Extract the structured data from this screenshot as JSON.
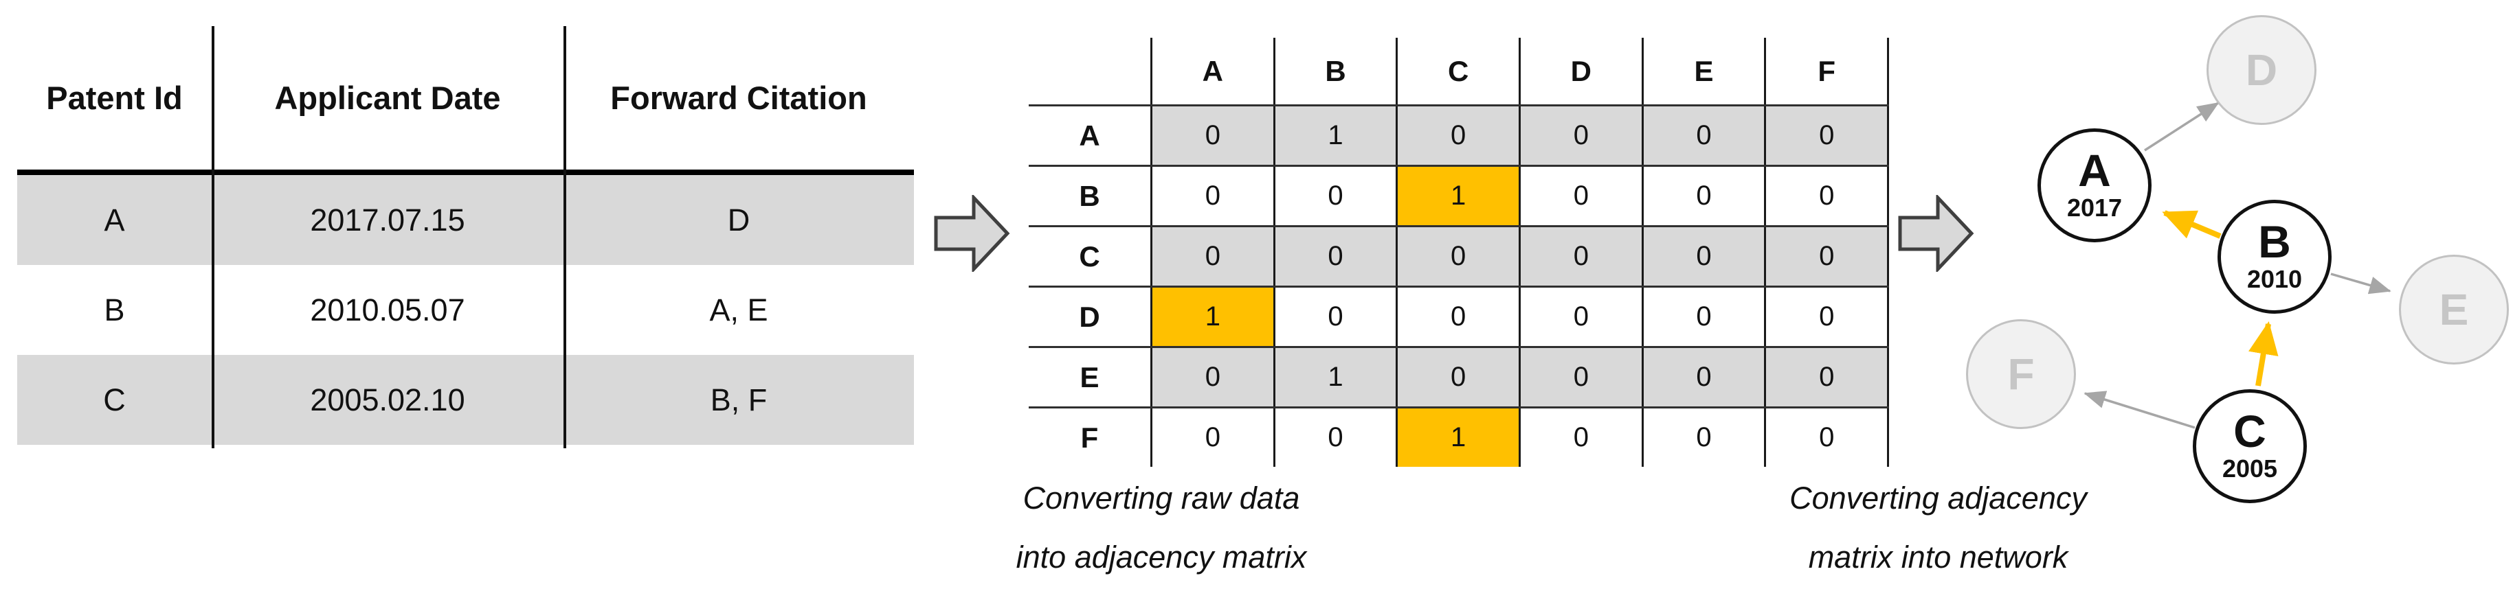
{
  "raw_table": {
    "headers": [
      "Patent Id",
      "Applicant Date",
      "Forward Citation"
    ],
    "rows": [
      {
        "id": "A",
        "date": "2017.07.15",
        "citation": "D"
      },
      {
        "id": "B",
        "date": "2010.05.07",
        "citation": "A, E"
      },
      {
        "id": "C",
        "date": "2005.02.10",
        "citation": "B, F"
      }
    ]
  },
  "matrix": {
    "column_headers": [
      "A",
      "B",
      "C",
      "D",
      "E",
      "F"
    ],
    "rows": [
      {
        "label": "A",
        "cells": [
          "0",
          "1",
          "0",
          "0",
          "0",
          "0"
        ]
      },
      {
        "label": "B",
        "cells": [
          "0",
          "0",
          "1",
          "0",
          "0",
          "0"
        ]
      },
      {
        "label": "C",
        "cells": [
          "0",
          "0",
          "0",
          "0",
          "0",
          "0"
        ]
      },
      {
        "label": "D",
        "cells": [
          "1",
          "0",
          "0",
          "0",
          "0",
          "0"
        ]
      },
      {
        "label": "E",
        "cells": [
          "0",
          "1",
          "0",
          "0",
          "0",
          "0"
        ]
      },
      {
        "label": "F",
        "cells": [
          "0",
          "0",
          "1",
          "0",
          "0",
          "0"
        ]
      }
    ],
    "highlight_color": "#FFC000",
    "shade_color": "#D9D9D9"
  },
  "captions": {
    "left_line1": "Converting raw data",
    "left_line2": "into adjacency matrix",
    "right_line1": "Converting adjacency",
    "right_line2": "matrix into network"
  },
  "network": {
    "nodes": [
      {
        "id": "A",
        "year": "2017",
        "state": "active"
      },
      {
        "id": "B",
        "year": "2010",
        "state": "active"
      },
      {
        "id": "C",
        "year": "2005",
        "state": "active"
      },
      {
        "id": "D",
        "state": "faded"
      },
      {
        "id": "E",
        "state": "faded"
      },
      {
        "id": "F",
        "state": "faded"
      }
    ],
    "edges": [
      {
        "from": "A",
        "to": "D",
        "highlighted": false
      },
      {
        "from": "B",
        "to": "A",
        "highlighted": true
      },
      {
        "from": "B",
        "to": "E",
        "highlighted": false
      },
      {
        "from": "C",
        "to": "B",
        "highlighted": true
      },
      {
        "from": "C",
        "to": "F",
        "highlighted": false
      }
    ],
    "colors": {
      "highlight": "#FFC000",
      "muted": "#A6A6A6"
    }
  }
}
